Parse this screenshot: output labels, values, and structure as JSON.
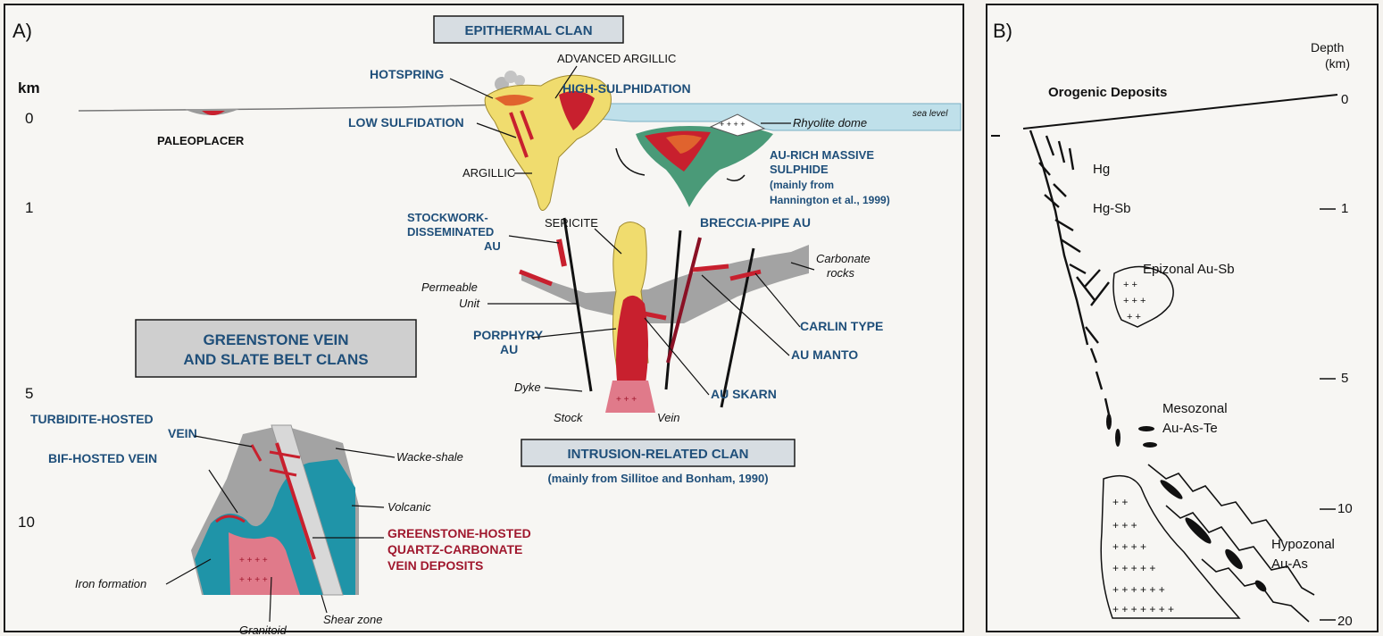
{
  "panel_a": {
    "panel_label": "A)",
    "depth_unit": "km",
    "depth_ticks": [
      "0",
      "1",
      "5",
      "10"
    ],
    "clan_epithermal": "EPITHERMAL CLAN",
    "clan_greenstone_1": "GREENSTONE VEIN",
    "clan_greenstone_2": "AND SLATE BELT CLANS",
    "clan_intrusion": "INTRUSION-RELATED CLAN",
    "intrusion_source": "(mainly from Sillitoe and Bonham, 1990)",
    "labels": {
      "hotspring": "HOTSPRING",
      "advanced_argillic": "ADVANCED ARGILLIC",
      "high_sulphidation": "HIGH-SULPHIDATION",
      "low_sulfidation": "LOW SULFIDATION",
      "paleoplacer": "PALEOPLACER",
      "argillic": "ARGILLIC",
      "rhyolite_dome": "Rhyolite dome",
      "sea_level": "sea level",
      "au_rich_1": "AU-RICH MASSIVE",
      "au_rich_2": "SULPHIDE",
      "au_rich_3": "(mainly from",
      "au_rich_4": "Hannington et al., 1999)",
      "stockwork_1": "STOCKWORK-",
      "stockwork_2": "DISSEMINATED",
      "stockwork_3": "AU",
      "sericite": "SERICITE",
      "breccia_pipe": "BRECCIA-PIPE AU",
      "carbonate_1": "Carbonate",
      "carbonate_2": "rocks",
      "permeable_1": "Permeable",
      "permeable_2": "Unit",
      "carlin": "CARLIN TYPE",
      "porphyry_1": "PORPHYRY",
      "porphyry_2": "AU",
      "au_manto": "AU MANTO",
      "dyke": "Dyke",
      "au_skarn": "AU SKARN",
      "stock": "Stock",
      "vein": "Vein",
      "turbidite_1": "TURBIDITE-HOSTED",
      "turbidite_2": "VEIN",
      "bif": "BIF-HOSTED VEIN",
      "wacke": "Wacke-shale",
      "volcanic": "Volcanic",
      "greenstone_hosted_1": "GREENSTONE-HOSTED",
      "greenstone_hosted_2": "QUARTZ-CARBONATE",
      "greenstone_hosted_3": "VEIN DEPOSITS",
      "iron_formation": "Iron formation",
      "shear_zone": "Shear zone",
      "granitoid": "Granitoid"
    }
  },
  "panel_b": {
    "panel_label": "B)",
    "depth_title_1": "Depth",
    "depth_title_2": "(km)",
    "depth_ticks": [
      "0",
      "1",
      "5",
      "10",
      "20"
    ],
    "orogenic": "Orogenic Deposits",
    "hg": "Hg",
    "hg_sb": "Hg-Sb",
    "epizonal": "Epizonal Au-Sb",
    "mesozonal_1": "Mesozonal",
    "mesozonal_2": "Au-As-Te",
    "hypozonal_1": "Hypozonal",
    "hypozonal_2": "Au-As"
  },
  "colors": {
    "yellow": "#f0dc6e",
    "red": "#c8202e",
    "orange": "#e0632e",
    "green": "#4a9a78",
    "teal": "#1f94a8",
    "grey": "#a3a3a3",
    "pink": "#e07a8a",
    "sea": "#bfe0ea",
    "label_blue": "#1f4f7a",
    "label_red": "#a0182e"
  }
}
